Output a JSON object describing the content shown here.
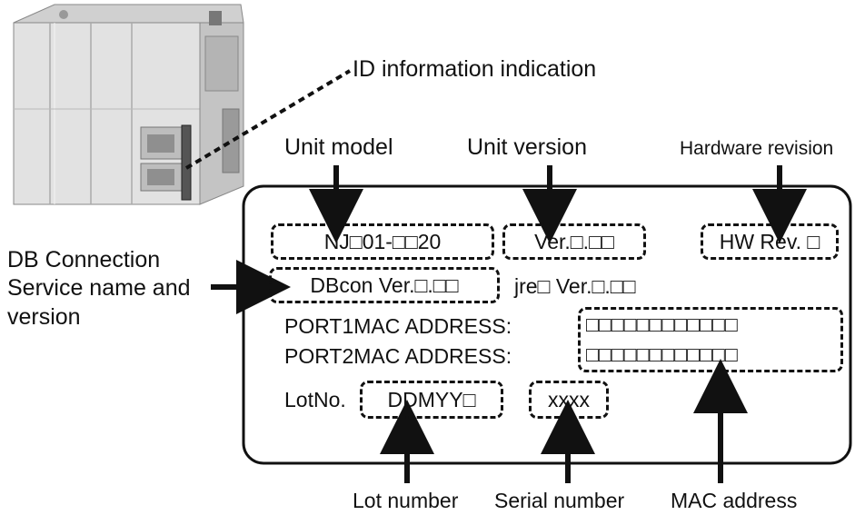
{
  "callout": {
    "id_info": "ID information indication"
  },
  "top_labels": {
    "unit_model": "Unit model",
    "unit_version": "Unit version",
    "hardware_revision": "Hardware revision"
  },
  "left_label": {
    "line1": "DB Connection",
    "line2": "Service name and",
    "line3": "version"
  },
  "panel": {
    "model_value": "NJ□01-□□20",
    "version_value": "Ver.□.□□",
    "hw_rev_value": "HW Rev. □",
    "dbcon_value": "DBcon Ver.□.□□",
    "jre_value": "jre□  Ver.□.□□",
    "port1_label": "PORT1MAC ADDRESS:",
    "port2_label": "PORT2MAC ADDRESS:",
    "port1_value": "□□□□□□□□□□□□",
    "port2_value": "□□□□□□□□□□□□",
    "lot_label": "LotNo.",
    "lot_value": "DDMYY□",
    "serial_value": "xxxx"
  },
  "bottom_labels": {
    "lot_number": "Lot number",
    "serial_number": "Serial number",
    "mac_address": "MAC address"
  }
}
